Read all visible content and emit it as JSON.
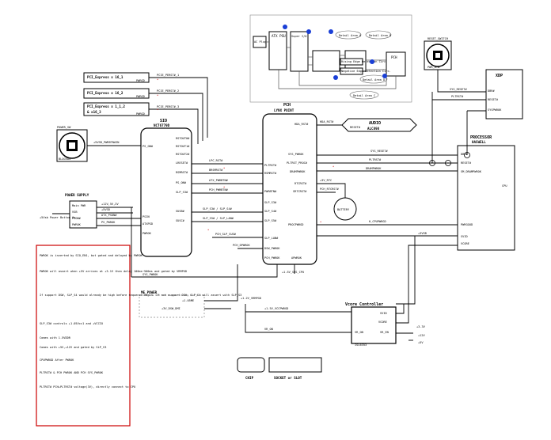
{
  "pci_slots": [
    "PCI_Express x 16_1",
    "PCI_Express x 16_2",
    "PCI_Express x 1_1,2",
    "& x16_3"
  ],
  "pci_signals": [
    "PWRGD",
    "PWRGD",
    "PWRGD"
  ],
  "pci_links": [
    "PCIE_PERST#_1",
    "PCIE_PERST#_2",
    "PCIE_PERST#_3"
  ],
  "sio": {
    "title": "SIO",
    "part": "NCT6779D",
    "pins_left": [
      "PS_ON#",
      "PSIN",
      "ATXPGD",
      "PWROK"
    ],
    "pins_right": [
      "RSTOUT0#",
      "RSTOUT1#",
      "RSTOUT2#",
      "LRESET#",
      "RSMRST#",
      "PS_ON#",
      "SLP_S3#",
      "SUSB#",
      "SUSC#"
    ]
  },
  "pch": {
    "title": "PCH",
    "part": "LYNX POINT",
    "pins_left": [
      "PLTRST#",
      "RSMRST#",
      "PWRBTN#",
      "SLP_S3#",
      "SLP_S4#",
      "SLP_S5#",
      "SLP_LAN#",
      "DSW_PWROK",
      "PCH_PWROK"
    ],
    "pins_right": [
      "HDA_RST#",
      "PROCPWRGD",
      "DRAMPWROK",
      "PLTRST_PROC#",
      "RTCRST#",
      "SRTCRST#",
      "SYS_PWROK",
      "APWROK"
    ]
  },
  "audio": {
    "title": "AUDIO",
    "part": "ALC898",
    "pin": "RESET#"
  },
  "power_switch": {
    "label_top": "POWER_SW",
    "label_bottom": "BLOCK04"
  },
  "reset_switch": {
    "title": "RESET_SWITCH",
    "label": "PWR_BTN"
  },
  "power_supply": {
    "title": "POWER SUPPLY",
    "labels": [
      "Main PWR",
      "VSB",
      "PSON#",
      "PWROK"
    ],
    "rails": [
      "+12V,5V,3V",
      "+5VSB",
      "ATX_PSON#",
      "PS_PWROK"
    ],
    "note": "+5Vsb Power Button On"
  },
  "xdp": {
    "title": "XDP",
    "pins": [
      "DBR#",
      "RESET#",
      "SYSPWROK"
    ]
  },
  "processor": {
    "title": "PROCESSOR",
    "part": "HASWELL",
    "pins": [
      "DBR#",
      "RESET#",
      "SM_DRAMPWROK",
      "CPU",
      "PWRGOOD",
      "SVID",
      "VCORE"
    ]
  },
  "me_power": {
    "title": "ME_POWER",
    "rail": "+1.05ME",
    "rail2": "+3V_DSW_DMI"
  },
  "battery": {
    "label": "BATTERY"
  },
  "vcore": {
    "title": "Vcore Controller",
    "pins": [
      "SVID",
      "VCORE",
      "VR_EN",
      "VR_ON"
    ],
    "part": "ISL6353",
    "rails": [
      "+3.3V",
      "+12V",
      "+5V"
    ]
  },
  "legend": {
    "chip": "CHIP",
    "socket": "SOCKET or SLOT"
  },
  "notes": [
    "PWROK is inverted by SIO_EN1, but gated and delayed by PWROK",
    "PWROK will assert when +5V arrives at +3.1V then delay 100ms~500ms and gated by VRMPGD",
    "If support DSW, SLP_S4 would already be high before sequence begin. If not support DSW, SLP_S4 will assert with SLP_S3",
    "SLP_S3# controls +1.05Vcc1 and +VCCIO",
    "Comes with 1.5VDDR",
    "Comes with +5V,+12V and gated by SLP_S3",
    "CPUPWRGD After PWROK",
    "PLTRST# & PCH PWROK AND PCH SYS_PWROK",
    "PLTRST# PCH+PLTRST# voltage(3V), directly connect to CPU"
  ],
  "detail": {
    "blocks": [
      "AC Plug",
      "ATX PSU",
      "Super I/O",
      "PCH"
    ],
    "areas": [
      "Detail Area A",
      "Detail Area B",
      "Detail Area C",
      "Detail Area D"
    ],
    "notes": [
      "Rising Edge Detection Circ.",
      "Negative Edge Detection Circ."
    ]
  },
  "signals": {
    "s1": "+5VSB_PWRBTN#IN",
    "s2": "PCIE_RST#",
    "s3": "SYS_PWROK",
    "s4": "BRSMRST#",
    "s5": "ATX_PWRBTN#",
    "s6": "PCH_PWRBTN#",
    "s7": "SLP_S3# / SLP_S4#",
    "s8": "SLP_S5# / SLP_LAN#",
    "s9": "PCH_SLP_SUS#",
    "s10": "PCH_DPWROK",
    "s11": "+1.5V_SUS_CPU",
    "s12": "+3V_DSW",
    "s13": "PCH_RTCRST#",
    "s14": "+1.2V_VRMPGD",
    "s15": "+5VSB_PWRBTN#",
    "s16": "+1.5V_VCCPWRGD",
    "s17": "VR_EN",
    "s18": "VR_ON",
    "s19": "LPC_RST#",
    "s20": "PLTRST#",
    "s21": "CPU_PWRGD",
    "s22": "+3VSB",
    "s23": "HDA_RST#",
    "s24": "SYS_RESET#",
    "s25": "DRAMPWROK",
    "s26": "H_CPUPWRGD",
    "s27": "+3V_RTC"
  }
}
